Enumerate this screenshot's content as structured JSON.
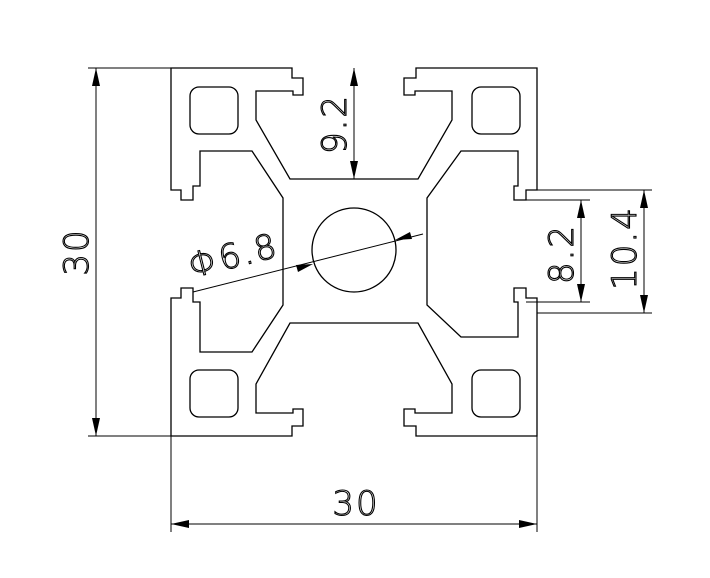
{
  "dimensions": {
    "height": "30",
    "width": "30",
    "slot_depth": "9.2",
    "center_bore": "Φ6.8",
    "slot_opening": "8.2",
    "slot_width": "10.4"
  }
}
